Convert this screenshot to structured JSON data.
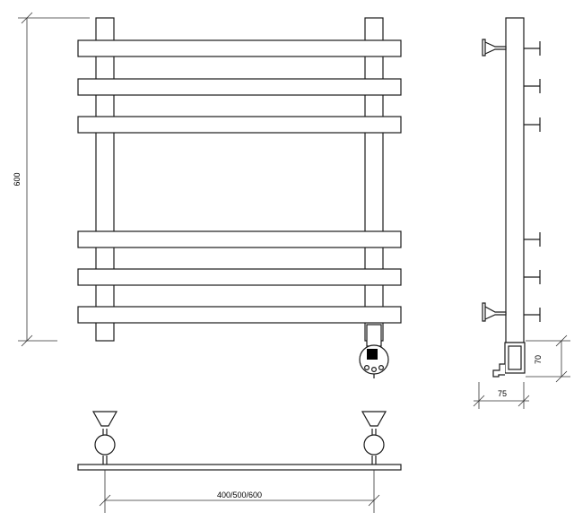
{
  "dimensions": {
    "height": "600",
    "width": "400/500/600",
    "depth": "75",
    "heater_height": "70"
  },
  "colors": {
    "line": "#1a1a1a",
    "fill": "#ffffff",
    "dim_line": "#333333",
    "background": "#ffffff"
  }
}
